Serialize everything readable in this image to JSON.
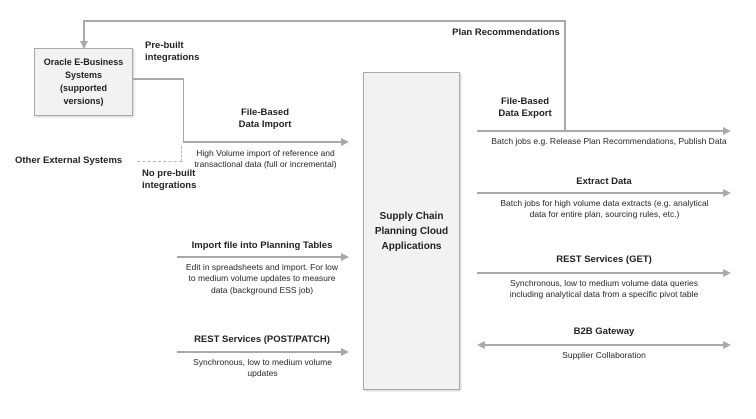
{
  "diagram": {
    "title_implicit": "Supply Chain Planning Cloud integration paths",
    "colors": {
      "line": "#a9a9a9",
      "box_fill": "#f2f2f2",
      "box_border": "#a9a9a9",
      "text": "#1f1f1f"
    },
    "boxes": {
      "oracle_ebs": {
        "label": "Oracle E-Business Systems (supported versions)"
      },
      "scp_cloud": {
        "label": "Supply Chain Planning Cloud Applications"
      }
    },
    "external_source": {
      "label": "Other External Systems"
    },
    "connectors": {
      "plan_recommendations": {
        "label": "Plan Recommendations"
      },
      "prebuilt": {
        "label": "Pre-built integrations"
      },
      "no_prebuilt": {
        "label": "No pre-built integrations"
      }
    },
    "inbound_flows": [
      {
        "title": "File-Based Data Import",
        "description": "High Volume import of reference and transactional data (full or incremental)"
      },
      {
        "title": "Import file into Planning Tables",
        "description": "Edit in spreadsheets and import. For low to medium volume updates to measure data (background ESS job)"
      },
      {
        "title": "REST Services (POST/PATCH)",
        "description": "Synchronous, low to medium volume updates"
      }
    ],
    "outbound_flows": [
      {
        "title": "File-Based Data Export",
        "description": "Batch jobs e.g. Release Plan Recommendations, Publish Data",
        "direction": "right"
      },
      {
        "title": "Extract Data",
        "description": "Batch jobs for high volume data extracts (e.g. analytical data for entire plan, sourcing rules, etc.)",
        "direction": "right"
      },
      {
        "title": "REST Services (GET)",
        "description": "Synchronous, low to medium volume data queries including analytical data from a specific pivot table",
        "direction": "right"
      },
      {
        "title": "B2B Gateway",
        "description": "Supplier Collaboration",
        "direction": "both"
      }
    ]
  }
}
